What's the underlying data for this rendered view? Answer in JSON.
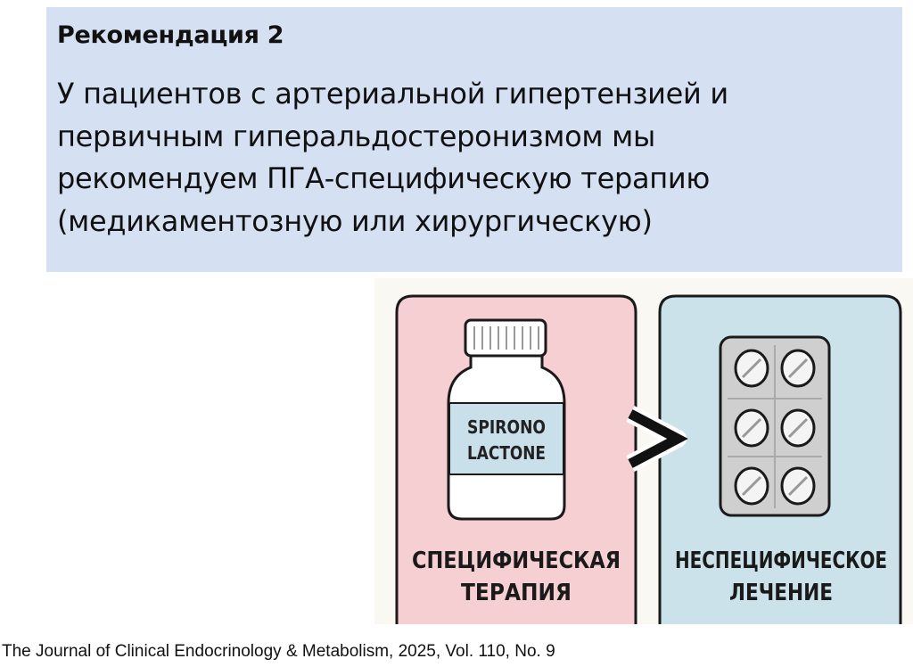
{
  "recommendation": {
    "title": "Рекомендация 2",
    "lines": [
      "У пациентов с артериальной гипертензией и",
      "первичным гиперальдостеронизмом мы",
      "рекомендуем ПГА-специфическую терапию",
      "(медикаментозную или хирургическую)"
    ]
  },
  "illustration": {
    "bottle_label_line1": "SPIRONO",
    "bottle_label_line2": "LACTONE",
    "comparison_symbol": ">",
    "left_caption_line1": "СПЕЦИФИЧЕСКАЯ",
    "left_caption_line2": "ТЕРАПИЯ",
    "right_caption_line1": "НЕСПЕЦИФИЧЕСКОЕ",
    "right_caption_line2": "ЛЕЧЕНИЕ",
    "colors": {
      "left_panel": "#f6cfd2",
      "right_panel": "#cce2ea",
      "background": "#faf8f3"
    }
  },
  "footer": {
    "citation": "The Journal of Clinical Endocrinology & Metabolism, 2025, Vol. 110, No. 9"
  }
}
